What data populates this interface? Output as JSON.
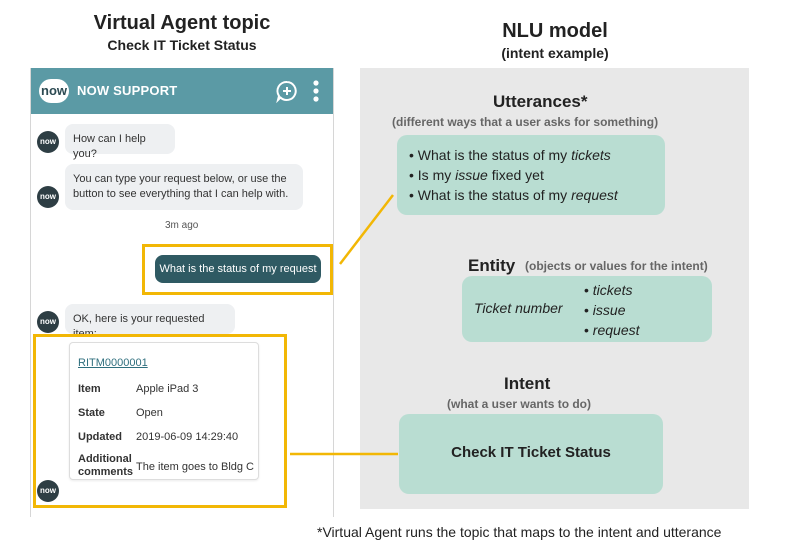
{
  "left_header": {
    "title": "Virtual Agent topic",
    "subtitle": "Check IT Ticket Status"
  },
  "right_header": {
    "title": "NLU model",
    "subtitle": "(intent example)"
  },
  "chat": {
    "logo": "now",
    "title": "NOW SUPPORT",
    "header_icons": [
      "chat-plus-icon",
      "more-vertical-icon"
    ],
    "avatar_label": "now",
    "messages": {
      "greeting": "How can I help you?",
      "help": "You can type your request below, or use the button to see everything that I can help with.",
      "time": "3m ago",
      "user": "What is the status of my request",
      "reply": "OK, here is your requested item:"
    },
    "card": {
      "number": "RITM0000001",
      "rows": [
        {
          "label": "Item",
          "value": "Apple iPad 3"
        },
        {
          "label": "State",
          "value": "Open"
        },
        {
          "label": "Updated",
          "value": "2019-06-09 14:29:40"
        },
        {
          "label": "Additional comments",
          "value": "The item goes to Bldg C"
        }
      ]
    }
  },
  "nlu": {
    "utterances": {
      "title": "Utterances*",
      "subtitle": "(different ways that a user asks for something)",
      "items": [
        {
          "pre": "What is the status of my ",
          "em": "tickets",
          "post": ""
        },
        {
          "pre": "Is my ",
          "em": "issue",
          "post": " fixed yet"
        },
        {
          "pre": "What is the status of my ",
          "em": "request",
          "post": ""
        }
      ]
    },
    "entity": {
      "title": "Entity",
      "subtitle": "(objects or values for the intent)",
      "label": "Ticket number",
      "values": [
        "tickets",
        "issue",
        "request"
      ]
    },
    "intent": {
      "title": "Intent",
      "subtitle": "(what a user wants to do)",
      "name": "Check IT Ticket Status"
    }
  },
  "footnote": "*Virtual Agent runs the topic that maps to the intent and utterance",
  "colors": {
    "accent_yellow": "#f2b705",
    "header_teal": "#5b9aa5",
    "user_bubble": "#2f5a63",
    "green_box": "#b9ddd2",
    "panel_gray": "#e8e8e8"
  }
}
